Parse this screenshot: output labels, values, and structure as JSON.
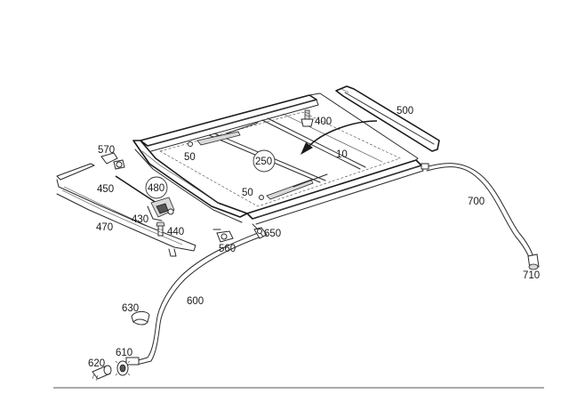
{
  "part_labels": {
    "p10": "10",
    "p50a": "50",
    "p50b": "50",
    "p250": "250",
    "p400": "400",
    "p430": "430",
    "p440": "440",
    "p450": "450",
    "p470": "470",
    "p480": "480",
    "p500": "500",
    "p560": "560",
    "p570": "570",
    "p600": "600",
    "p610": "610",
    "p620": "620",
    "p630": "630",
    "p650": "650",
    "p700": "700",
    "p710": "710"
  }
}
